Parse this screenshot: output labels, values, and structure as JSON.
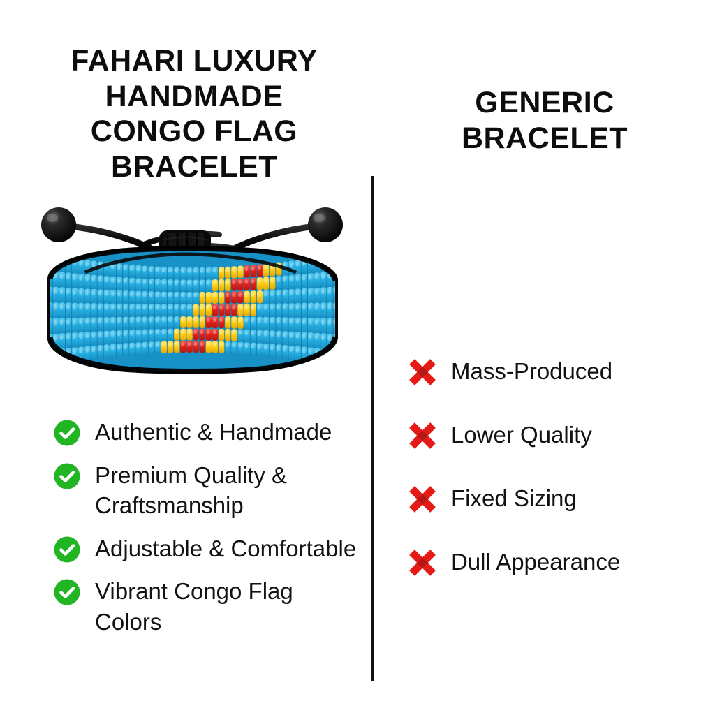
{
  "background_color": "#ffffff",
  "divider_color": "#111111",
  "left_panel": {
    "title_lines": [
      "FAHARI LUXURY",
      "HANDMADE",
      "CONGO FLAG",
      "BRACELET"
    ],
    "title": "FAHARI LUXURY HANDMADE CONGO FLAG BRACELET",
    "product_image": {
      "name": "congo-flag-beaded-bracelet",
      "description": "Handmade beaded wrap bracelet with adjustable black sliding knot cord and two black round end beads",
      "bead_colors": {
        "blue": "#2BB4E5",
        "blue_dark": "#1E9ED0",
        "yellow": "#FFD11A",
        "red": "#E8241E",
        "cord": "#0D0D0D",
        "bead_black": "#161616"
      }
    },
    "features": [
      "Authentic & Handmade",
      "Premium Quality & Craftsmanship",
      "Adjustable & Comfortable",
      "Vibrant Congo Flag Colors"
    ],
    "feature_icon": "green-check-circle-icon",
    "feature_icon_color": "#22B523"
  },
  "right_panel": {
    "title_lines": [
      "GENERIC",
      "BRACELET"
    ],
    "title": "GENERIC BRACELET",
    "drawbacks": [
      "Mass-Produced",
      "Lower Quality",
      "Fixed Sizing",
      "Dull Appearance"
    ],
    "drawback_icon": "red-x-icon",
    "drawback_icon_color": "#E41B17"
  }
}
